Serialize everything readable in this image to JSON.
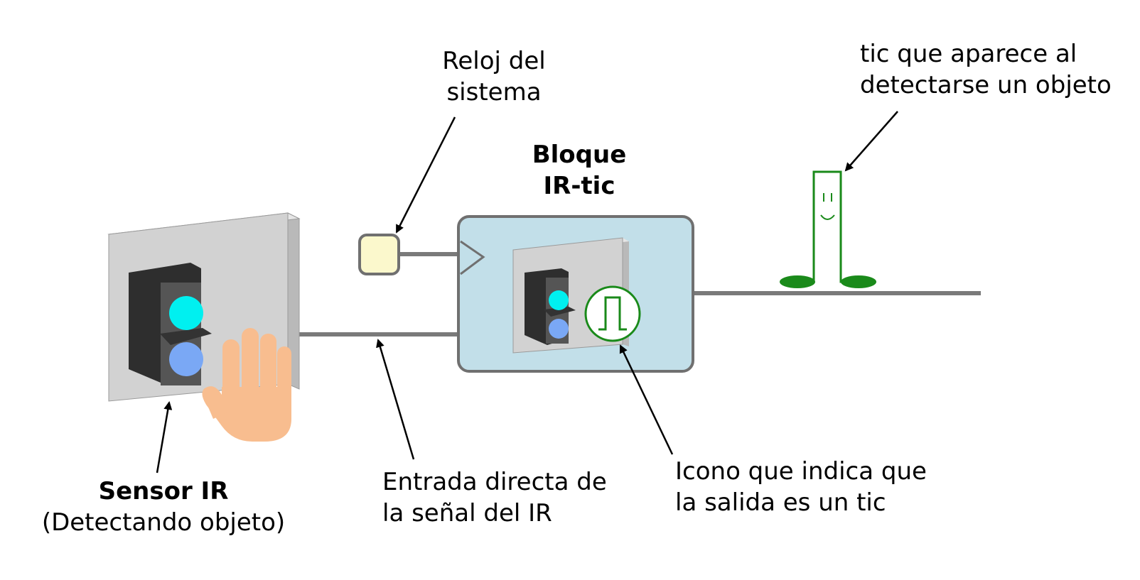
{
  "labels": {
    "clock": {
      "line1": "Reloj del",
      "line2": "sistema"
    },
    "tic_note": {
      "line1": "tic que aparece al",
      "line2": "detectarse un objeto"
    },
    "block_title": {
      "line1": "Bloque",
      "line2": "IR-tic"
    },
    "sensor": {
      "title": "Sensor IR",
      "subtitle": "(Detectando objeto)"
    },
    "input": {
      "line1": "Entrada directa de",
      "line2": "la señal del IR"
    },
    "icon": {
      "line1": "Icono que indica que",
      "line2": "la salida es un tic"
    }
  },
  "colors": {
    "wire": "#7a7a7a",
    "block_fill": "#c2dfe9",
    "block_border": "#707070",
    "clock_fill": "#fbf8cc",
    "panel": "#d2d2d2",
    "sensor_body": "#3a3a3a",
    "led_top": "#00f0f0",
    "led_bottom": "#7aa8f5",
    "hand": "#f8bd8f",
    "tic_green": "#1a8a1a"
  },
  "icons": {
    "hand": "hand-icon",
    "pulse": "pulse-icon",
    "tic": "tic-character-icon"
  }
}
